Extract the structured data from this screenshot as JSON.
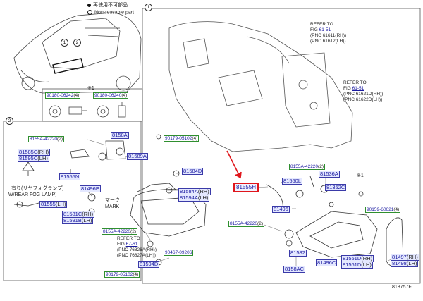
{
  "legend": {
    "item1": "再使用不可部品",
    "item2": "Non-reusable part"
  },
  "sections": {
    "one": "1",
    "two": "2",
    "ast": "※1"
  },
  "bulb_box": {
    "p1": "90180-06242",
    "p1c": "(4)",
    "p2": "90180-06240",
    "p2c": "(4)"
  },
  "left_panel": {
    "p_8155A_top": "8155A-42220",
    "p_8155A_top_c": "(2)",
    "p_8158A": "8158A",
    "p_90179_top": "90179-05102",
    "p_90179_top_c": "(4)",
    "p_81585C": "81585C",
    "p_81585C_s": "(RH)",
    "p_81595C": "81595C",
    "p_81595C_s": "(LH)",
    "p_81589A": "81589A",
    "p_81555N": "81555N",
    "p_81584D": "81584D",
    "p_81496E": "81496E",
    "p_81584A": "81584A",
    "p_81584A_s": "(RH)",
    "p_81594A": "81594A",
    "p_81594A_s": "(LH)",
    "fog_jp": "有り(リヤフォグランプ)",
    "fog_en": "W/REAR FOG LAMP)",
    "p_81555": "81555",
    "p_81555_s": "(LH)",
    "p_81581C": "81581C",
    "p_81581C_s": "(RH)",
    "p_81591B": "81591B",
    "p_81591B_s": "(LH)",
    "mark_jp": "マーク",
    "mark_en": "MARK",
    "p_8155A_mid": "8155A-42220",
    "p_8155A_mid_c": "(2)",
    "ref_to": "REFER TO",
    "ref_fig_pre": "FIG ",
    "ref_fig": "67-61",
    "ref_pnc1": "(PNC 76826A(RH))",
    "ref_pnc2": "(PNC 76827A(LH))",
    "p_90467": "90467-09206",
    "p_81594D": "81594D",
    "p_90179_bot": "90179-05102",
    "p_90179_bot_c": "(4)"
  },
  "right_panel": {
    "ref1_to": "REFER TO",
    "ref1_fig_pre": "FIG ",
    "ref1_fig": "61-51",
    "ref1_pnc1": "(PNC 61611(RH))",
    "ref1_pnc2": "(PNC 61612(LH))",
    "ref2_to": "REFER TO",
    "ref2_fig_pre": "FIG ",
    "ref2_fig": "61-51",
    "ref2_pnc1": "(PNC 61621D(RH))",
    "ref2_pnc2": "(PNC 61622D(LH))",
    "p_8155A_a": "8155A-42220",
    "p_8155A_a_c": "(2)",
    "p_81536A": "81536A",
    "p_81555H": "81555H",
    "p_81550L": "81550L",
    "p_81352C": "81352C",
    "p_81496": "81496",
    "p_90159": "90159-60621",
    "p_90159_c": "(4)",
    "p_8155A_b": "8155A-42220",
    "p_8155A_b_c": "(2)",
    "p_81582": "81582",
    "p_8158AC": "8158AC",
    "p_81496C": "81496C",
    "p_81551D": "81551D",
    "p_81551D_s": "(RH)",
    "p_81561D": "81561D",
    "p_81561D_s": "(LH)",
    "p_81497": "81497",
    "p_81497_s": "(RH)",
    "p_81498": "81498",
    "p_81498_s": "(LH)"
  },
  "figure_code": "818757F",
  "colors": {
    "part_bg": "#e4e8ff",
    "part_border": "#3a3aa8",
    "highlight": "#e0161c",
    "green_border": "#2f8f2f"
  }
}
